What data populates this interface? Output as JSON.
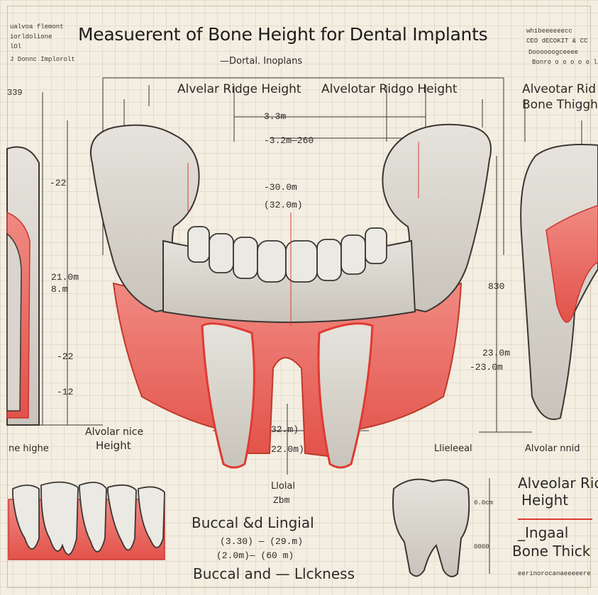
{
  "title": "Measuerent of Bone Height for Dental Implants",
  "header_left": [
    "ualvoa flemont",
    "iorldolione",
    "lOl",
    "J Donnc Implorolt"
  ],
  "header_right": [
    "whibeeeeeecc",
    "CEO dECOKIT & CC",
    "Doooooogceeee",
    "Bonro o o o o o lio"
  ],
  "subtitle": "—Dortal. Inoplans",
  "labels": {
    "alveolar_ridge_1": "Alvelar Ridge Height",
    "alveolar_ridge_2": "Alvelotar Ridgo Height",
    "right_top_1": "Alveotar Rid",
    "right_top_2": "Bone Thiggh",
    "left_mid_1": "Alvolar nice",
    "left_mid_2": "Height",
    "left_bottom": "ne highe",
    "right_bottom_a": "Alvolar nnid",
    "lower_left": "Llolal",
    "lower_right": "Llieleeal",
    "buccal_lingual": "Buccal &d Lingial",
    "buccal_thickness": "Buccal and — Llckness",
    "right_lower_1": "Alveolar Ric",
    "right_lower_2": "Height",
    "lingual": "_Ingaal",
    "bone_thick": "Bone Thick",
    "right_footer": "eerinorocanaeeeeere"
  },
  "measurements": {
    "top_left": "339",
    "m1": "3.3m",
    "m2": "-3.2m—260",
    "m3": "-30.0m",
    "m4": "(32.0m)",
    "left_22": "-22",
    "left_21": "21.0m",
    "left_8": "8.m",
    "left_22b": "-22",
    "left_12": "-12",
    "right_330": "830",
    "right_23": "23.0m",
    "right_23b": "-23.0m",
    "center_32": "32.m)",
    "center_22": "22.0m)",
    "center_z": "Zbm",
    "buc1": "(3.30) — (29.m)",
    "buc2": "(2.0m)— (60 m)",
    "right_a": "0.0cm",
    "right_b": "0000"
  },
  "colors": {
    "paper": "#f3eee1",
    "bone": "#dcd9d2",
    "gum_red": "#e85a52",
    "outline": "#3a3632"
  }
}
